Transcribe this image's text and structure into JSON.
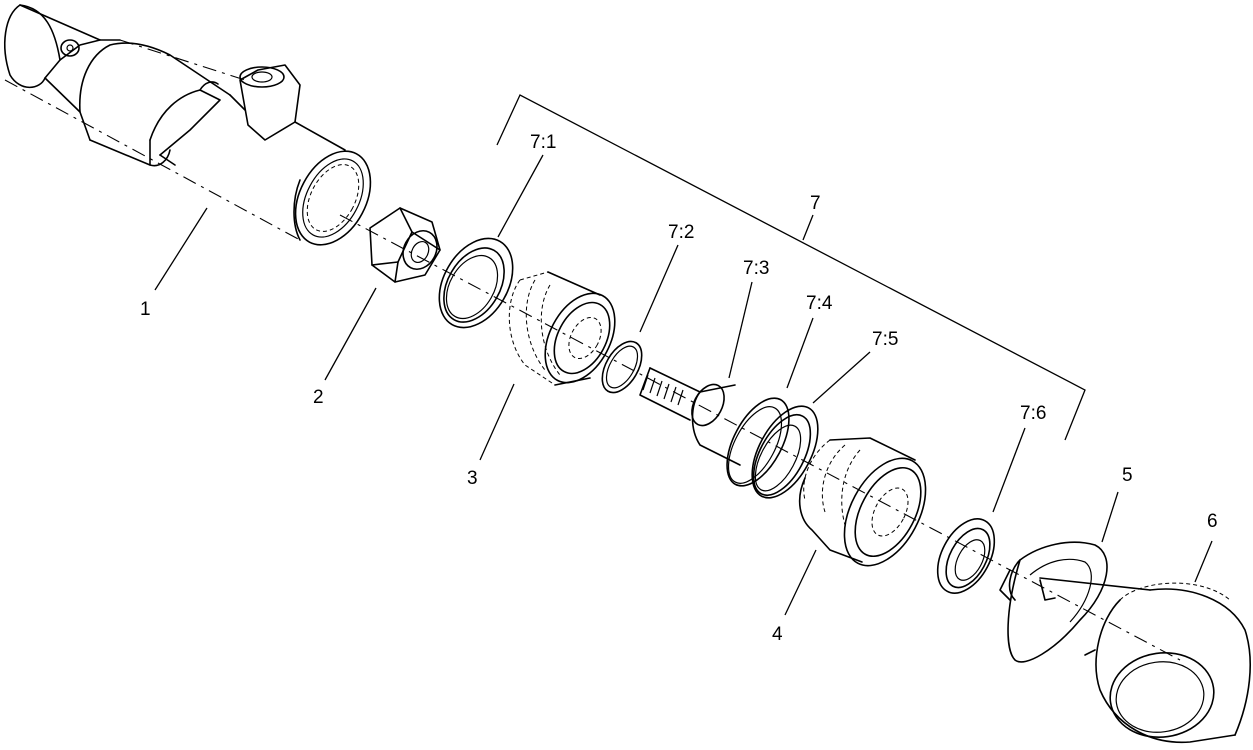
{
  "callouts": {
    "c1": "1",
    "c2": "2",
    "c3": "3",
    "c4": "4",
    "c5": "5",
    "c6": "6",
    "c7": "7",
    "c7_1": "7:1",
    "c7_2": "7:2",
    "c7_3": "7:3",
    "c7_4": "7:4",
    "c7_5": "7:5",
    "c7_6": "7:6"
  }
}
